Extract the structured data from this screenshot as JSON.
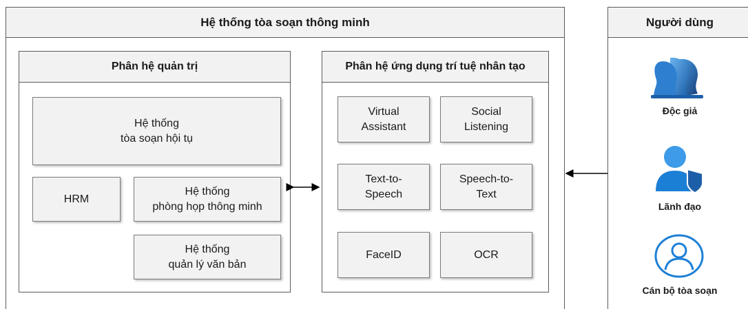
{
  "system": {
    "title": "Hệ thống tòa soạn thông minh",
    "admin": {
      "title": "Phân hệ quản trị",
      "modules": {
        "convergent": "Hệ thống\ntòa soạn hội tụ",
        "hrm": "HRM",
        "meeting": "Hệ thống\nphòng họp thông minh",
        "documents": "Hệ thống\nquản lý văn bản"
      }
    },
    "ai": {
      "title": "Phân hệ ứng dụng trí tuệ nhân tạo",
      "modules": {
        "virtual_assistant": "Virtual\nAssistant",
        "social_listening": "Social\nListening",
        "tts": "Text-to-\nSpeech",
        "stt": "Speech-to-\nText",
        "faceid": "FaceID",
        "ocr": "OCR"
      }
    }
  },
  "users": {
    "title": "Người dùng",
    "items": [
      {
        "label": "Độc giả",
        "icon": "readers-group-icon"
      },
      {
        "label": "Lãnh đạo",
        "icon": "leader-shield-icon"
      },
      {
        "label": "Cán bộ tòa soạn",
        "icon": "staff-person-icon"
      }
    ]
  },
  "colors": {
    "box_fill": "#f2f2f2",
    "border": "#5a5a5a",
    "icon_blue_dark": "#1c5fa8",
    "icon_blue_light": "#3d9be9"
  }
}
